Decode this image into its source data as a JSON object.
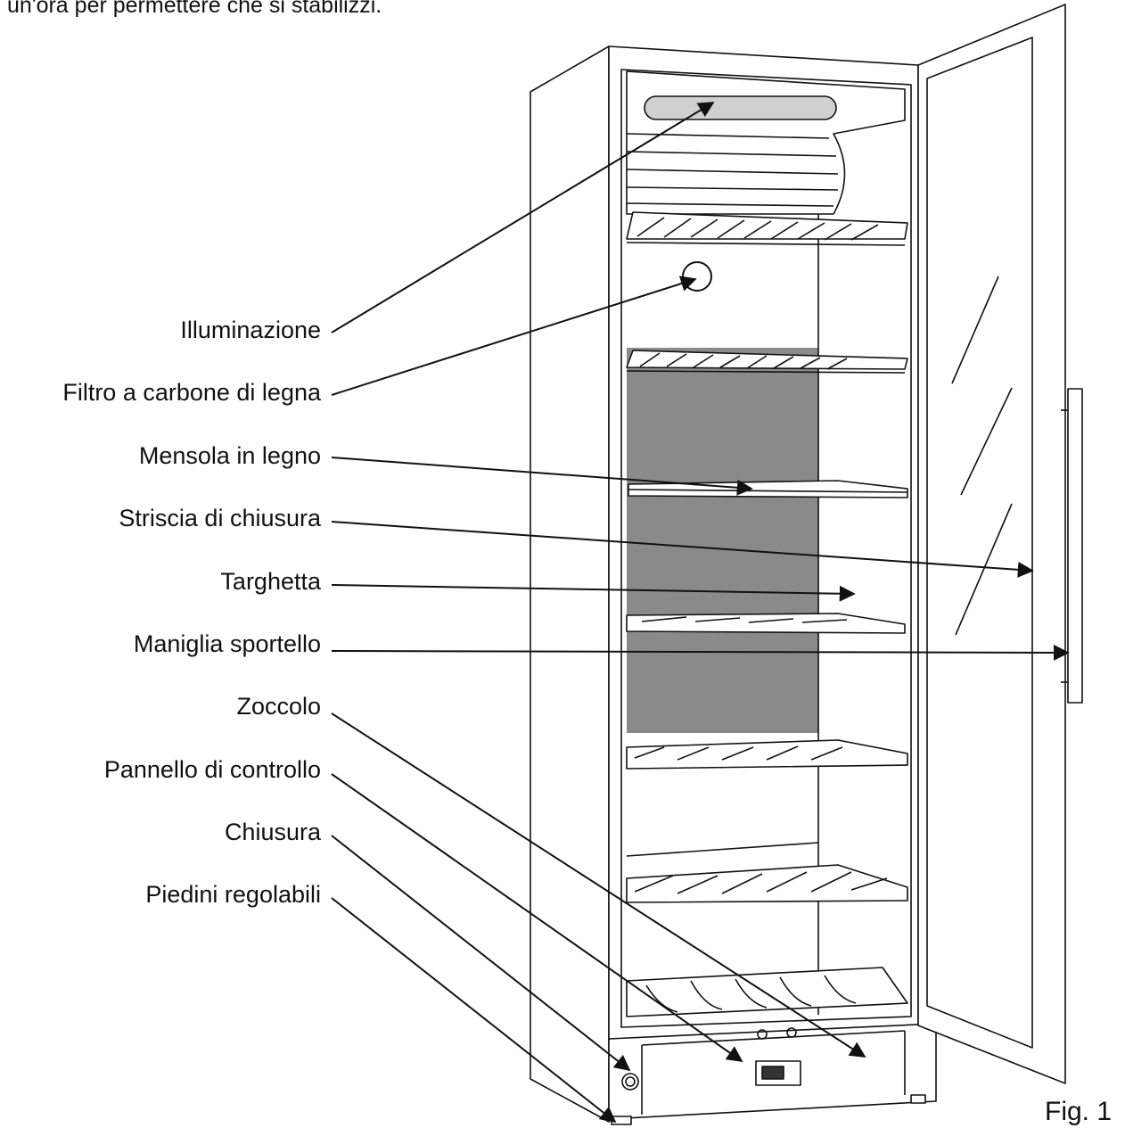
{
  "intro_text": "un'ora per permettere che si stabilizzi.",
  "labels": [
    "Illuminazione",
    "Filtro a carbone di legna",
    "Mensola in legno",
    "Striscia di chiusura",
    "Targhetta",
    "Maniglia sportello",
    "Zoccolo",
    "Pannello di controllo",
    "Chiusura",
    "Piedini regolabili"
  ],
  "figure_caption": "Fig. 1",
  "colors": {
    "line": "#111111",
    "back_panel": "#8a8a8a",
    "fill": "#ffffff"
  }
}
